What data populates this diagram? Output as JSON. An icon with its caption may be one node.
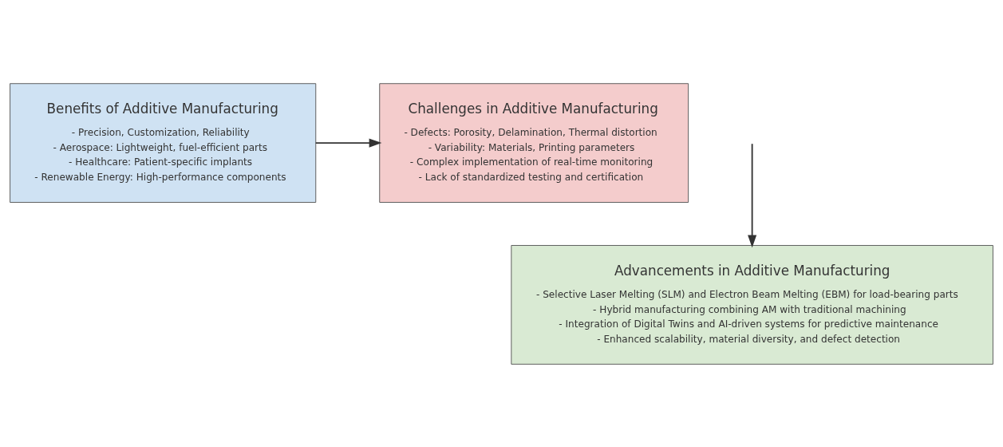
{
  "diagram": {
    "nodes": [
      {
        "text": [
          "Benefits of Additive Manufacturing",
          "- Precision, Customization, Reliability",
          "- Aerospace: Lightweight, fuel-efficient parts",
          "- Healthcare: Patient-specific implants",
          "- Renewable Energy: High-performance components"
        ]
      },
      {
        "text": [
          "Challenges in Additive Manufacturing",
          "- Defects: Porosity, Delamination, Thermal distortion",
          "- Variability: Materials, Printing parameters",
          "- Complex implementation of real-time monitoring",
          "- Lack of standardized testing and certification"
        ]
      },
      {
        "text": [
          "Advancements in Additive Manufacturing",
          "- Selective Laser Melting (SLM) and Electron Beam Melting (EBM) for load-bearing parts",
          "- Hybrid manufacturing combining AM with traditional machining",
          "- Integration of Digital Twins and AI-driven systems for predictive maintenance",
          "- Enhanced scalability, material diversity, and defect detection"
        ]
      }
    ],
    "edges": [
      {
        "from": 0,
        "to": 1,
        "arrow": "to"
      },
      {
        "from": null,
        "to": 2,
        "arrow": "to"
      }
    ]
  }
}
